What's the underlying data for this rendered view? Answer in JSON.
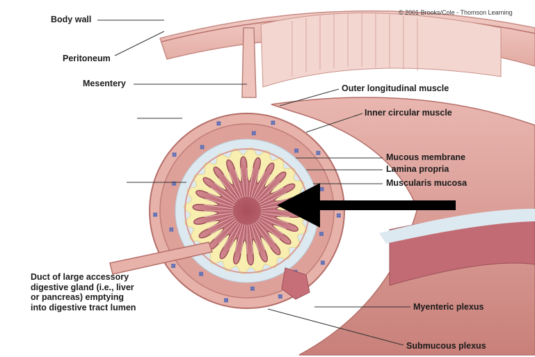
{
  "credit": "© 2001 Brooks/Cole - Thomson Learning",
  "labels": {
    "body_wall": "Body wall",
    "peritoneum": "Peritoneum",
    "mesentery": "Mesentery",
    "outer_longitudinal": "Outer longitudinal muscle",
    "inner_circular": "Inner circular muscle",
    "mucous_membrane": "Mucous membrane",
    "lamina_propria": "Lamina propria",
    "muscularis_mucosa": "Muscularis mucosa",
    "duct": "Duct of large accessory digestive gland (i.e., liver or pancreas) emptying into digestive tract lumen",
    "myenteric_plexus": "Myenteric plexus",
    "submucous_plexus": "Submucous plexus"
  },
  "colors": {
    "muscle": "#d99a92",
    "muscle_dark": "#b96e68",
    "submucosa": "#dde9f0",
    "lamina": "#f7eeb0",
    "mucosa": "#c76f78",
    "plexus": "#5e6fb5",
    "arrow": "#000000"
  }
}
